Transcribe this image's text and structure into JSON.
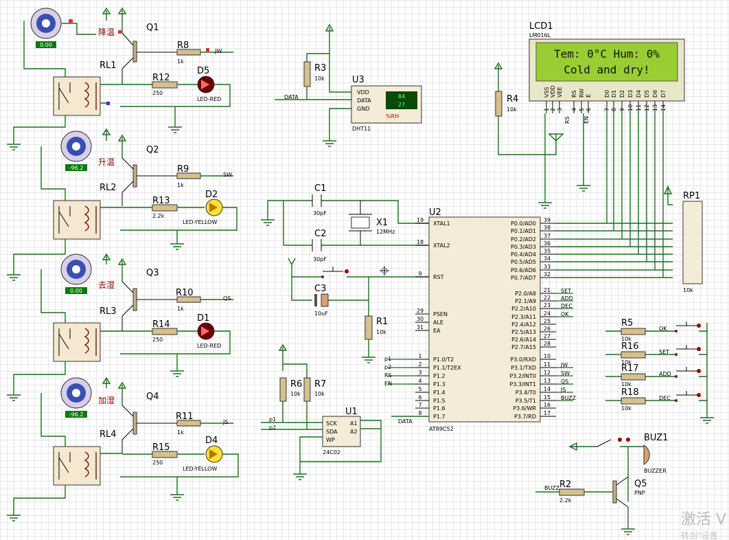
{
  "components": {
    "motors": [
      {
        "value": "0.00"
      },
      {
        "value": "-96.2"
      },
      {
        "value": "0.00"
      },
      {
        "value": "-96.2"
      }
    ],
    "q1": {
      "ref": "Q1",
      "label_cn": "降温"
    },
    "q2": {
      "ref": "Q2",
      "label_cn": "升温"
    },
    "q3": {
      "ref": "Q3",
      "label_cn": "去湿"
    },
    "q4": {
      "ref": "Q4",
      "label_cn": "加湿"
    },
    "rl1": {
      "ref": "RL1"
    },
    "rl2": {
      "ref": "RL2"
    },
    "rl3": {
      "ref": "RL3"
    },
    "rl4": {
      "ref": "RL4"
    },
    "r8": {
      "ref": "R8",
      "value": "1k",
      "net": "JW"
    },
    "r9": {
      "ref": "R9",
      "value": "1k",
      "net": "SW"
    },
    "r10": {
      "ref": "R10",
      "value": "1k",
      "net": "QS"
    },
    "r11": {
      "ref": "R11",
      "value": "1k",
      "net": "JS"
    },
    "r12": {
      "ref": "R12",
      "value": "250"
    },
    "r13": {
      "ref": "R13",
      "value": "2.2k"
    },
    "r14": {
      "ref": "R14",
      "value": "250"
    },
    "r15": {
      "ref": "R15",
      "value": "250"
    },
    "d5": {
      "ref": "D5",
      "type": "LED-RED"
    },
    "d2": {
      "ref": "D2",
      "type": "LED-YELLOW"
    },
    "d1": {
      "ref": "D1",
      "type": "LED-RED"
    },
    "d4": {
      "ref": "D4",
      "type": "LED-YELLOW"
    },
    "r3": {
      "ref": "R3",
      "value": "10k"
    },
    "u3": {
      "ref": "U3",
      "type": "DHT11",
      "pin_vdd": "VDD",
      "pin_data": "DATA",
      "pin_gnd": "GND",
      "temp": "84",
      "hum": "27",
      "unit": "%RH",
      "net_data": "DATA"
    },
    "lcd": {
      "ref": "LCD1",
      "type": "LM016L",
      "line1": "Tem: 0°C Hum: 0%",
      "line2": "Cold and dry!",
      "pins": [
        "VSS",
        "VDD",
        "VEE",
        "RS",
        "RW",
        "E",
        "D0",
        "D1",
        "D2",
        "D3",
        "D4",
        "D5",
        "D6",
        "D7"
      ],
      "pin_numbers": [
        "1",
        "2",
        "3",
        "4",
        "5",
        "6",
        "7",
        "8",
        "9",
        "10",
        "11",
        "12",
        "13",
        "14"
      ],
      "net_rs": "RS",
      "net_en": "EN"
    },
    "r4": {
      "ref": "R4",
      "value": "10k"
    },
    "c1": {
      "ref": "C1",
      "value": "30pF"
    },
    "c2": {
      "ref": "C2",
      "value": "30pF"
    },
    "c3": {
      "ref": "C3",
      "value": "10uF"
    },
    "x1": {
      "ref": "X1",
      "value": "12MHz"
    },
    "r1": {
      "ref": "R1",
      "value": "10k"
    },
    "u2": {
      "ref": "U2",
      "type": "AT89C52",
      "left_pins": [
        {
          "num": "19",
          "name": "XTAL1"
        },
        {
          "num": "18",
          "name": "XTAL2"
        },
        {
          "num": "9",
          "name": "RST"
        },
        {
          "num": "29",
          "name": "PSEN"
        },
        {
          "num": "30",
          "name": "ALE"
        },
        {
          "num": "31",
          "name": "EA"
        },
        {
          "num": "1",
          "name": "P1.0/T2"
        },
        {
          "num": "2",
          "name": "P1.1/T2EX"
        },
        {
          "num": "3",
          "name": "P1.2"
        },
        {
          "num": "4",
          "name": "P1.3"
        },
        {
          "num": "5",
          "name": "P1.4"
        },
        {
          "num": "6",
          "name": "P1.5"
        },
        {
          "num": "7",
          "name": "P1.6"
        },
        {
          "num": "8",
          "name": "P1.7"
        }
      ],
      "right_pins": [
        {
          "num": "39",
          "name": "P0.0/AD0"
        },
        {
          "num": "38",
          "name": "P0.1/AD1"
        },
        {
          "num": "37",
          "name": "P0.2/AD2"
        },
        {
          "num": "36",
          "name": "P0.3/AD3"
        },
        {
          "num": "35",
          "name": "P0.4/AD4"
        },
        {
          "num": "34",
          "name": "P0.5/AD5"
        },
        {
          "num": "33",
          "name": "P0.6/AD6"
        },
        {
          "num": "32",
          "name": "P0.7/AD7"
        },
        {
          "num": "21",
          "name": "P2.0/A8"
        },
        {
          "num": "22",
          "name": "P2.1/A9"
        },
        {
          "num": "23",
          "name": "P2.2/A10"
        },
        {
          "num": "24",
          "name": "P2.3/A11"
        },
        {
          "num": "25",
          "name": "P2.4/A12"
        },
        {
          "num": "26",
          "name": "P2.5/A13"
        },
        {
          "num": "27",
          "name": "P2.6/A14"
        },
        {
          "num": "28",
          "name": "P2.7/A15"
        },
        {
          "num": "10",
          "name": "P3.0/RXD"
        },
        {
          "num": "11",
          "name": "P3.1/TXD"
        },
        {
          "num": "12",
          "name": "P3.2/INT0"
        },
        {
          "num": "13",
          "name": "P3.3/INT1"
        },
        {
          "num": "14",
          "name": "P3.4/T0"
        },
        {
          "num": "15",
          "name": "P3.5/T1"
        },
        {
          "num": "16",
          "name": "P3.6/WR"
        },
        {
          "num": "17",
          "name": "P3.7/RD"
        }
      ],
      "nets_p2": [
        "SET",
        "ADD",
        "DEC",
        "OK"
      ],
      "nets_p3": [
        "JW",
        "SW",
        "QS",
        "JS",
        "BUZZ"
      ],
      "nets_p1": [
        "p1",
        "p2",
        "RS",
        "EN"
      ],
      "net_data": "DATA"
    },
    "rp1": {
      "ref": "RP1",
      "value": "10k"
    },
    "r6": {
      "ref": "R6",
      "value": "10k"
    },
    "r7": {
      "ref": "R7",
      "value": "10k"
    },
    "u1": {
      "ref": "U1",
      "type": "24C02",
      "pin_sck": "SCK",
      "pin_sda": "SDA",
      "pin_wp": "WP",
      "pin_a1": "A1",
      "pin_a2": "A2",
      "net_p1": "p1",
      "net_p2": "p2"
    },
    "r5": {
      "ref": "R5",
      "value": "10k",
      "net": "OK"
    },
    "r16": {
      "ref": "R16",
      "value": "10k",
      "net": "SET"
    },
    "r17": {
      "ref": "R17",
      "value": "10k",
      "net": "ADD"
    },
    "r18": {
      "ref": "R18",
      "value": "10k",
      "net": "DEC"
    },
    "buz1": {
      "ref": "BUZ1",
      "type": "BUZZER"
    },
    "r2": {
      "ref": "R2",
      "value": "2.2k",
      "net": "BUZZ"
    },
    "q5": {
      "ref": "Q5",
      "type": "PNP"
    }
  },
  "watermark": {
    "line1": "激活 V",
    "line2": "转到\"设置"
  }
}
